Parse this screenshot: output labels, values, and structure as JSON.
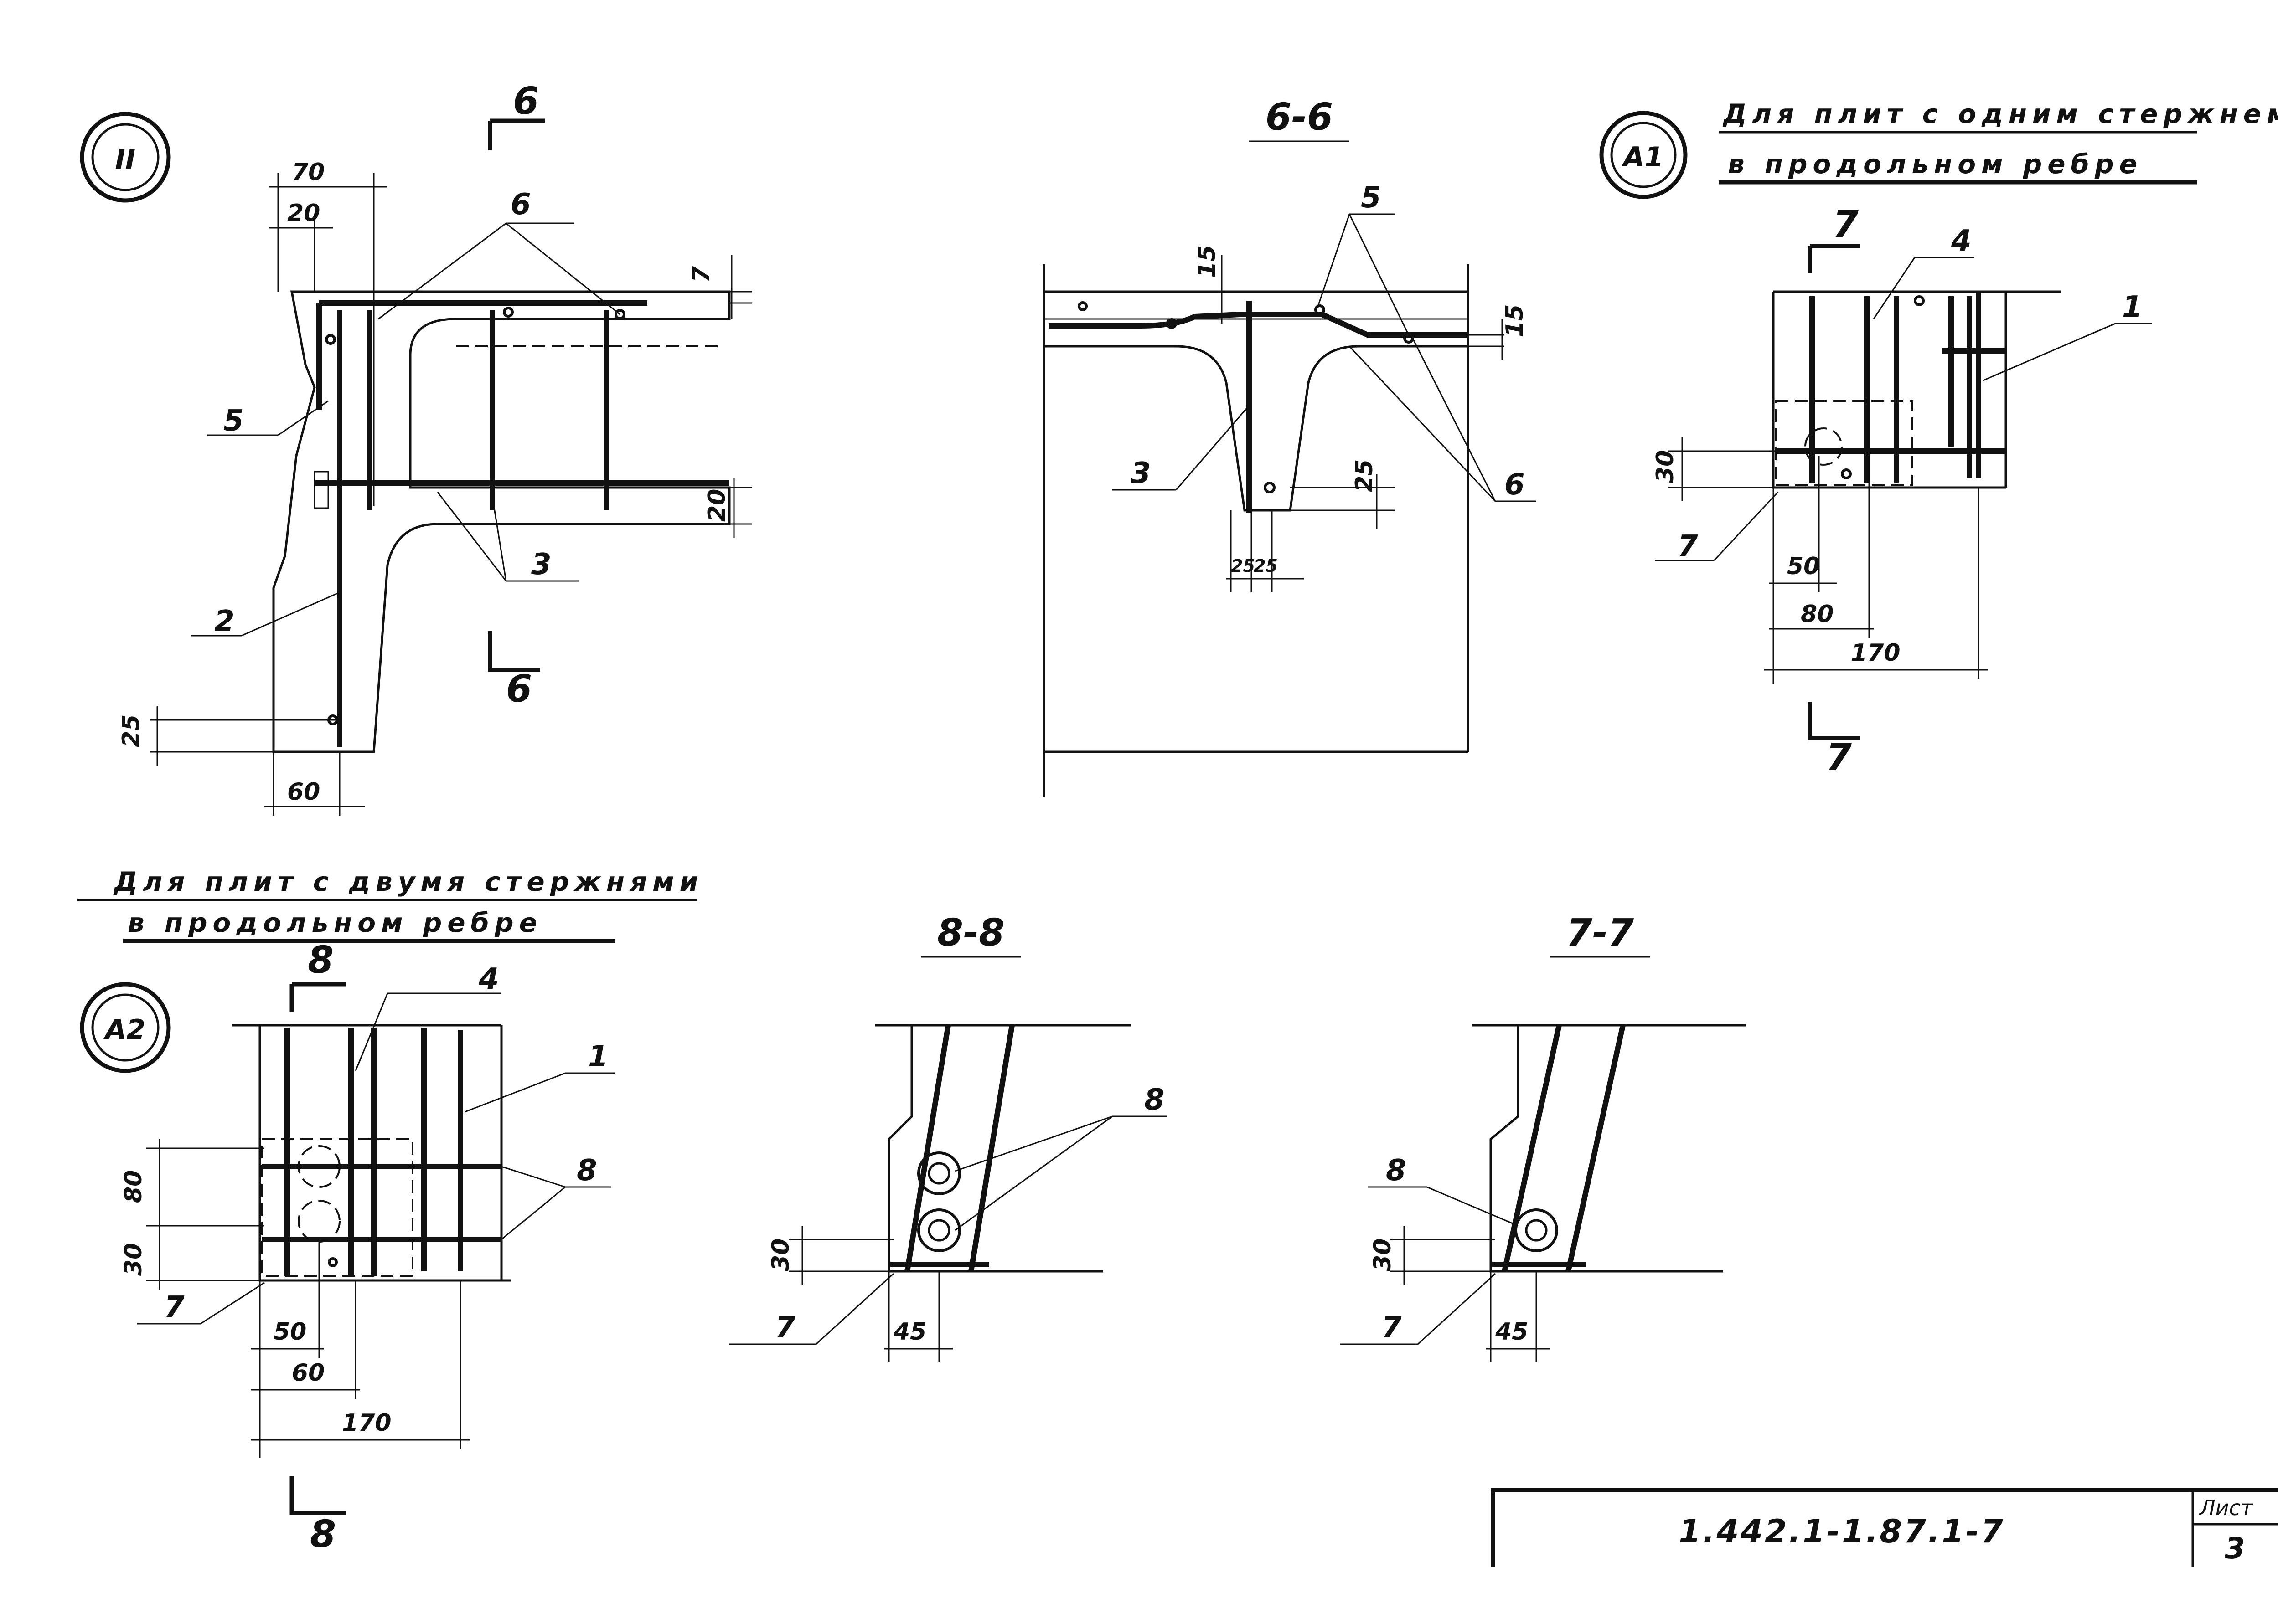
{
  "sheet": {
    "designation": "1.442.1-1.87.1-7",
    "sheet_label": "Лист",
    "sheet_number": "3"
  },
  "node_II": {
    "badge": "II",
    "cut_label": "6",
    "dims": {
      "d70": "70",
      "d20": "20",
      "d7": "7",
      "d20b": "20",
      "d25": "25",
      "d60": "60"
    },
    "callouts": {
      "c6": "6",
      "c5": "5",
      "c2": "2",
      "c3": "3"
    }
  },
  "section_66": {
    "title": "6-6",
    "dims": {
      "d15a": "15",
      "d15b": "15",
      "d25": "25",
      "d25l": "25",
      "d25r": "25"
    },
    "callouts": {
      "c5": "5",
      "c3": "3",
      "c6": "6"
    }
  },
  "node_A1": {
    "badge": "A1",
    "note_line1": "Для плит с одним стержнем",
    "note_line2": "в продольном ребре",
    "cut_label": "7",
    "dims": {
      "d30": "30",
      "d50": "50",
      "d80": "80",
      "d170": "170"
    },
    "callouts": {
      "c4": "4",
      "c1": "1",
      "c7": "7"
    }
  },
  "node_A2": {
    "badge": "A2",
    "note_line1": "Для плит с двумя стержнями",
    "note_line2": "в продольном ребре",
    "cut_label": "8",
    "dims": {
      "d80": "80",
      "d30": "30",
      "d50": "50",
      "d60": "60",
      "d170": "170"
    },
    "callouts": {
      "c4": "4",
      "c1": "1",
      "c8": "8",
      "c7": "7"
    }
  },
  "section_88": {
    "title": "8-8",
    "dims": {
      "d30": "30",
      "d45": "45"
    },
    "callouts": {
      "c8": "8",
      "c7": "7"
    }
  },
  "section_77": {
    "title": "7-7",
    "dims": {
      "d30": "30",
      "d45": "45"
    },
    "callouts": {
      "c8": "8",
      "c7": "7"
    }
  }
}
